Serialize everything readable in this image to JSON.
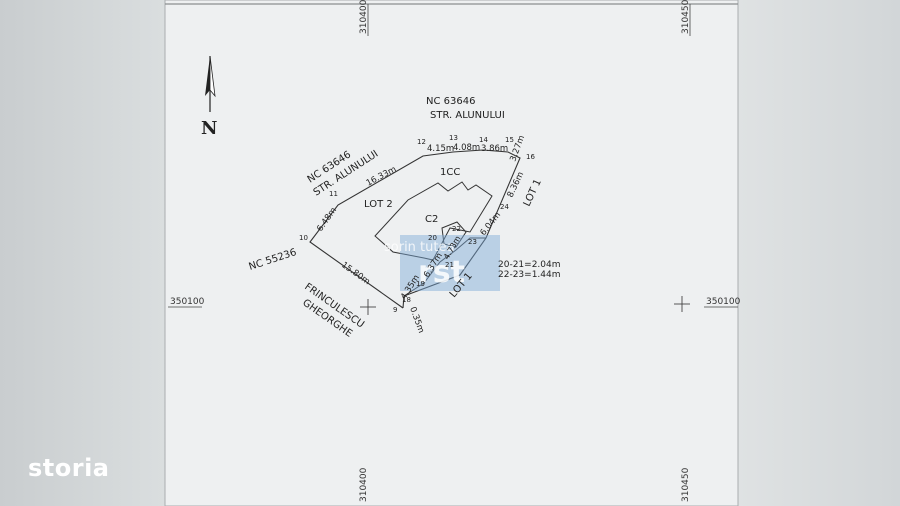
{
  "brand": {
    "name": "storia",
    "wordmark_color": "#ffffff"
  },
  "grid": {
    "x_label_left": "310400",
    "x_label_right": "310450",
    "y_label_left": "350100",
    "y_label_right": "350100"
  },
  "north": {
    "label": "N"
  },
  "neighbors": {
    "top_nc": "NC 63646",
    "top_street": "STR. ALUNULUI",
    "left_nc": "NC 63646",
    "left_street": "STR. ALUNULUI",
    "west_nc": "NC 55236",
    "owner_line1": "FRINCULESCU",
    "owner_line2": "GHEORGHE"
  },
  "points": [
    "9",
    "10",
    "11",
    "12",
    "13",
    "14",
    "15",
    "16",
    "18",
    "19",
    "20",
    "21",
    "22",
    "23",
    "24"
  ],
  "distances": {
    "d_9_10": "15.80m",
    "d_10_11": "6.48m",
    "d_11_12": "16.33m",
    "d_12_13": "4.15m",
    "d_13_14": "4.08m",
    "d_14_15": "3.86m",
    "d_15_16": "3.27m",
    "d_16_24": "8.36m",
    "d_24_23": "6.04m",
    "d_18_19": "4.35m",
    "d_19_20": "6.37m",
    "d_9_18": "0.35m",
    "d_21_22": "4.73m"
  },
  "lot_labels": {
    "lot2": "LOT 2",
    "lot1_a": "LOT 1",
    "lot1_b": "LOT 1"
  },
  "buildings": {
    "main": "1CC",
    "secondary": "C2"
  },
  "notes": {
    "line1": "20-21=2.04m",
    "line2": "22-23=1.44m"
  },
  "watermark": {
    "logo": "rst",
    "text": "sorin tutea"
  }
}
